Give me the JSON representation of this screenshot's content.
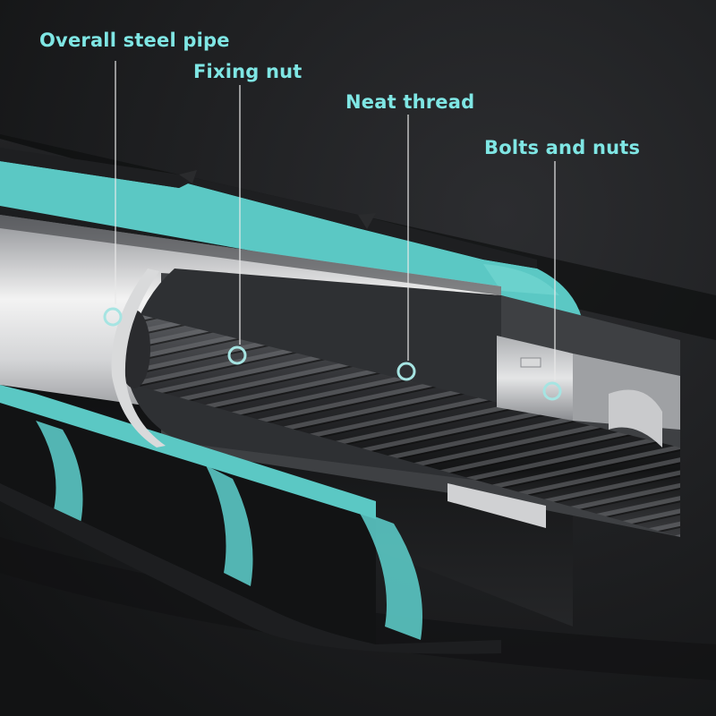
{
  "colors": {
    "background": "#1a1b1d",
    "label_text": "#7fe6e4",
    "accent_teal": "#5bc8c4",
    "leader_line": "#e8e8e8",
    "marker": "#a6e4e2"
  },
  "callouts": [
    {
      "id": "overall-steel-pipe",
      "label": "Overall steel pipe"
    },
    {
      "id": "fixing-nut",
      "label": "Fixing nut"
    },
    {
      "id": "neat-thread",
      "label": "Neat thread"
    },
    {
      "id": "bolts-and-nuts",
      "label": "Bolts and nuts"
    }
  ]
}
